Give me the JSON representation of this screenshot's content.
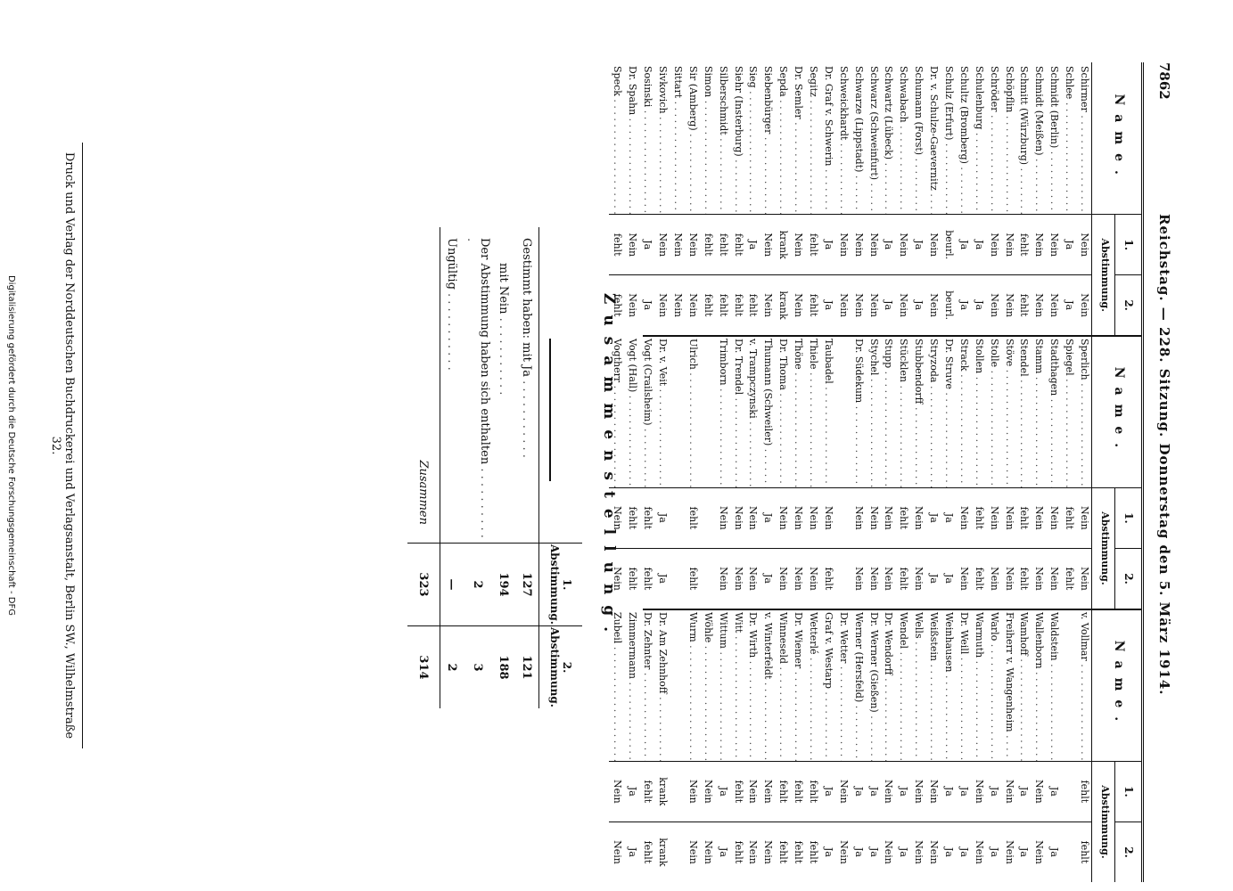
{
  "header": {
    "page_number": "7862",
    "title": "Reichstag. — 228. Sitzung. Donnerstag den 5. März 1914."
  },
  "table_headers": {
    "name": "Name.",
    "vote1": "1.",
    "vote2": "2.",
    "label": "Abstimmung."
  },
  "columns": [
    {
      "rows": [
        {
          "name": "Schirmer",
          "v1": "Nein",
          "v2": "Nein"
        },
        {
          "name": "Schlee",
          "v1": "Ja",
          "v2": "Ja"
        },
        {
          "name": "Schmidt (Berlin)",
          "v1": "Nein",
          "v2": "Nein"
        },
        {
          "name": "Schmidt (Meißen)",
          "v1": "Nein",
          "v2": "Nein"
        },
        {
          "name": "Schmitt (Würzburg)",
          "v1": "fehlt",
          "v2": "fehlt"
        },
        {
          "name": "Schöpflin",
          "v1": "Nein",
          "v2": "Nein"
        },
        {
          "name": "Schröder",
          "v1": "Nein",
          "v2": "Nein"
        },
        {
          "name": "Schulenburg",
          "v1": "Ja",
          "v2": "Ja"
        },
        {
          "name": "Schultz (Bromberg)",
          "v1": "Ja",
          "v2": "Ja"
        },
        {
          "name": "Schulz (Erfurt)",
          "v1": "beurl.",
          "v2": "beurl."
        },
        {
          "name": "Dr. v. Schulze-Gaevernitz",
          "v1": "Nein",
          "v2": "Nein"
        },
        {
          "name": "Schumann (Forst)",
          "v1": "Ja",
          "v2": "Ja"
        },
        {
          "name": "Schwabach",
          "v1": "Nein",
          "v2": "Nein"
        },
        {
          "name": "Schwartz (Lübeck)",
          "v1": "Ja",
          "v2": "Ja"
        },
        {
          "name": "Schwarz (Schweinfurt)",
          "v1": "Nein",
          "v2": "Nein"
        },
        {
          "name": "Schwarze (Lippstadt)",
          "v1": "Nein",
          "v2": "Nein"
        },
        {
          "name": "Schweickhardt",
          "v1": "Nein",
          "v2": "Nein"
        },
        {
          "name": "Dr. Graf v. Schwerin",
          "v1": "Ja",
          "v2": "Ja"
        },
        {
          "name": "Segitz",
          "v1": "fehlt",
          "v2": "fehlt"
        },
        {
          "name": "Dr. Semler",
          "v1": "Nein",
          "v2": "Nein"
        },
        {
          "name": "Sepda",
          "v1": "krank",
          "v2": "krank"
        },
        {
          "name": "Siebenbürger",
          "v1": "Nein",
          "v2": "Nein"
        },
        {
          "name": "Sieg",
          "v1": "Ja",
          "v2": "fehlt"
        },
        {
          "name": "Siehr (Insterburg)",
          "v1": "fehlt",
          "v2": "fehlt"
        },
        {
          "name": "Silberschmidt",
          "v1": "fehlt",
          "v2": "fehlt"
        },
        {
          "name": "Simon",
          "v1": "fehlt",
          "v2": "fehlt"
        },
        {
          "name": "Sir (Amberg)",
          "v1": "Nein",
          "v2": "Nein"
        },
        {
          "name": "Sittart",
          "v1": "Nein",
          "v2": "Nein"
        },
        {
          "name": "Sivkovich",
          "v1": "Nein",
          "v2": "Nein"
        },
        {
          "name": "Sosinski",
          "v1": "Ja",
          "v2": "Ja"
        },
        {
          "name": "Dr. Spahn",
          "v1": "Nein",
          "v2": "Nein"
        },
        {
          "name": "Speck",
          "v1": "fehlt",
          "v2": "fehlt"
        }
      ]
    },
    {
      "rows": [
        {
          "name": "Sperlich",
          "v1": "Nein",
          "v2": "Nein"
        },
        {
          "name": "Spiegel",
          "v1": "fehlt",
          "v2": "fehlt"
        },
        {
          "name": "Stadthagen",
          "v1": "Nein",
          "v2": "Nein"
        },
        {
          "name": "Stamm",
          "v1": "Nein",
          "v2": "Nein"
        },
        {
          "name": "Stendel",
          "v1": "fehlt",
          "v2": "fehlt"
        },
        {
          "name": "Stöve",
          "v1": "Nein",
          "v2": "Nein"
        },
        {
          "name": "Stolle",
          "v1": "Nein",
          "v2": "Nein"
        },
        {
          "name": "Stollen",
          "v1": "fehlt",
          "v2": "fehlt"
        },
        {
          "name": "Strack",
          "v1": "Nein",
          "v2": "Nein"
        },
        {
          "name": "Dr. Struve",
          "v1": "Ja",
          "v2": "Ja"
        },
        {
          "name": "Stryzoda",
          "v1": "Ja",
          "v2": "Ja"
        },
        {
          "name": "Stubbendorff",
          "v1": "Nein",
          "v2": "Nein"
        },
        {
          "name": "Stücklen",
          "v1": "fehlt",
          "v2": "fehlt"
        },
        {
          "name": "Stupp",
          "v1": "Nein",
          "v2": "Nein"
        },
        {
          "name": "Stychel",
          "v1": "Nein",
          "v2": "Nein"
        },
        {
          "name": "Dr. Südekum",
          "v1": "Nein",
          "v2": "Nein"
        },
        {
          "name": "",
          "v1": "",
          "v2": ""
        },
        {
          "name": "Taubadel",
          "v1": "Nein",
          "v2": "fehlt"
        },
        {
          "name": "Thiele",
          "v1": "Nein",
          "v2": "Nein"
        },
        {
          "name": "Thöne",
          "v1": "Nein",
          "v2": "Nein"
        },
        {
          "name": "Dr. Thoma",
          "v1": "Nein",
          "v2": "Nein"
        },
        {
          "name": "Thumann (Schweiler)",
          "v1": "Ja",
          "v2": "Ja"
        },
        {
          "name": "v. Trampczynski",
          "v1": "Nein",
          "v2": "Nein"
        },
        {
          "name": "Dr. Trendel",
          "v1": "Nein",
          "v2": "Nein"
        },
        {
          "name": "Trimborn",
          "v1": "Nein",
          "v2": "Nein"
        },
        {
          "name": "",
          "v1": "",
          "v2": ""
        },
        {
          "name": "Ulrich",
          "v1": "fehlt",
          "v2": "fehlt"
        },
        {
          "name": "",
          "v1": "",
          "v2": ""
        },
        {
          "name": "Dr. v. Veit",
          "v1": "Ja",
          "v2": "Ja"
        },
        {
          "name": "Vogt (Crailsheim)",
          "v1": "fehlt",
          "v2": "fehlt"
        },
        {
          "name": "Vogt (Hall)",
          "v1": "fehlt",
          "v2": "fehlt"
        },
        {
          "name": "Vogtherr",
          "v1": "Nein",
          "v2": "Nein"
        }
      ]
    },
    {
      "rows": [
        {
          "name": "v. Vollmar",
          "v1": "fehlt",
          "v2": "fehlt"
        },
        {
          "name": "",
          "v1": "",
          "v2": ""
        },
        {
          "name": "Waldstein",
          "v1": "Ja",
          "v2": "Ja"
        },
        {
          "name": "Wallenborn",
          "v1": "Nein",
          "v2": "Nein"
        },
        {
          "name": "Wamhoff",
          "v1": "Ja",
          "v2": "Ja"
        },
        {
          "name": "Freiherr v. Wangenheim",
          "v1": "Nein",
          "v2": "Nein"
        },
        {
          "name": "Warlo",
          "v1": "Ja",
          "v2": "Ja"
        },
        {
          "name": "Warmuth",
          "v1": "Nein",
          "v2": "Nein"
        },
        {
          "name": "Dr. Weill",
          "v1": "Ja",
          "v2": "Ja"
        },
        {
          "name": "Weinhausen",
          "v1": "Ja",
          "v2": "Ja"
        },
        {
          "name": "Weißstein",
          "v1": "Nein",
          "v2": "Nein"
        },
        {
          "name": "Wells",
          "v1": "Nein",
          "v2": "Nein"
        },
        {
          "name": "Wendel",
          "v1": "Ja",
          "v2": "Ja"
        },
        {
          "name": "Dr. Wendorff",
          "v1": "Nein",
          "v2": "Nein"
        },
        {
          "name": "Dr. Werner (Gießen)",
          "v1": "Ja",
          "v2": "Ja"
        },
        {
          "name": "Werner (Hersfeld)",
          "v1": "Ja",
          "v2": "Ja"
        },
        {
          "name": "Dr. Wetter",
          "v1": "Nein",
          "v2": "Nein"
        },
        {
          "name": "Graf v. Westarp",
          "v1": "Ja",
          "v2": "Ja"
        },
        {
          "name": "Wetterlé",
          "v1": "fehlt",
          "v2": "fehlt"
        },
        {
          "name": "Dr. Wiemer",
          "v1": "fehlt",
          "v2": "fehlt"
        },
        {
          "name": "Winneseld",
          "v1": "fehlt",
          "v2": "fehlt"
        },
        {
          "name": "v. Winterfeldt",
          "v1": "Nein",
          "v2": "Nein"
        },
        {
          "name": "Dr. Wirth",
          "v1": "Nein",
          "v2": "Nein"
        },
        {
          "name": "Witt",
          "v1": "fehlt",
          "v2": "fehlt"
        },
        {
          "name": "Wittum",
          "v1": "Ja",
          "v2": "Ja"
        },
        {
          "name": "Wöhle",
          "v1": "Nein",
          "v2": "Nein"
        },
        {
          "name": "Wurm",
          "v1": "Nein",
          "v2": "Nein"
        },
        {
          "name": "",
          "v1": "",
          "v2": ""
        },
        {
          "name": "Dr. Am Zehnhoff",
          "v1": "krank",
          "v2": "krank"
        },
        {
          "name": "Dr. Zehnter",
          "v1": "fehlt",
          "v2": "fehlt"
        },
        {
          "name": "Zimmermann",
          "v1": "Ja",
          "v2": "Ja"
        },
        {
          "name": "Zubeil",
          "v1": "Nein",
          "v2": "Nein"
        }
      ]
    }
  ],
  "summary": {
    "title": "Zusammenstellung.",
    "col_label": "Abstimmung.",
    "col1": "1.",
    "col2": "2.",
    "rows": [
      {
        "label": "Gestimmt haben: mit Ja",
        "v1": "127",
        "v2": "121"
      },
      {
        "label": "mit Nein",
        "v1": "194",
        "v2": "188"
      },
      {
        "label": "Der Abstimmung haben sich enthalten",
        "v1": "2",
        "v2": "3"
      },
      {
        "label": "Ungültig",
        "v1": "—",
        "v2": "2"
      }
    ],
    "total_label": "Zusammen",
    "total_v1": "323",
    "total_v2": "314"
  },
  "footer": {
    "imprint": "Druck und Verlag der Norddeutschen Buchdruckerei und Verlagsanstalt, Berlin SW., Wilhelmstraße 32.",
    "digitization": "Digitalisierung gefördert durch die Deutsche Forschungsgemeinschaft - DFG"
  }
}
